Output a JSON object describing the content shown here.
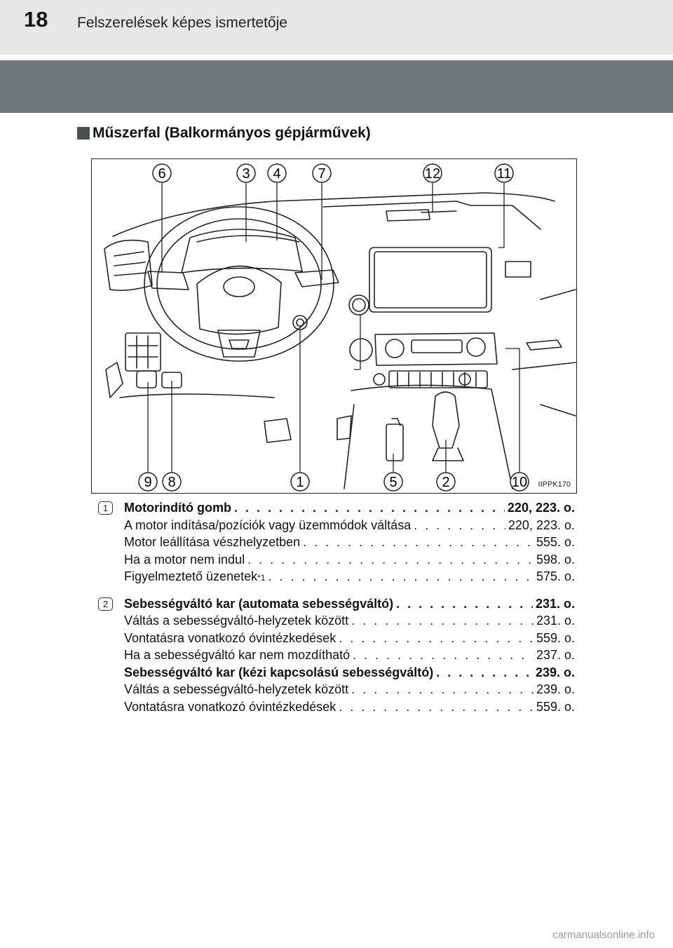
{
  "header": {
    "page_number": "18",
    "title": "Felszerelések képes ismertetője"
  },
  "section": {
    "title": "Műszerfal (Balkormányos gépjárművek)"
  },
  "figure": {
    "code": "IIPPK170",
    "callouts_top": [
      "6",
      "3",
      "4",
      "7",
      "12",
      "11"
    ],
    "callouts_bottom": [
      "9",
      "8",
      "1",
      "5",
      "2",
      "10"
    ]
  },
  "entries": [
    {
      "number": "1",
      "lines": [
        {
          "text": "Motorindító gomb",
          "page": "220, 223. o.",
          "bold": true
        },
        {
          "text": "A motor indítása/pozíciók vagy üzemmódok váltása",
          "page": "220, 223. o.",
          "bold": false
        },
        {
          "text": "Motor leállítása vészhelyzetben",
          "page": "555. o.",
          "bold": false
        },
        {
          "text": "Ha a motor nem indul",
          "page": "598. o.",
          "bold": false
        },
        {
          "text": "Figyelmeztető üzenetek",
          "sup": "*1",
          "page": "575. o.",
          "bold": false
        }
      ]
    },
    {
      "number": "2",
      "lines": [
        {
          "text": "Sebességváltó kar (automata sebességváltó)",
          "page": "231. o.",
          "bold": true
        },
        {
          "text": "Váltás a sebességváltó-helyzetek között",
          "page": "231. o.",
          "bold": false
        },
        {
          "text": "Vontatásra vonatkozó óvintézkedések",
          "page": "559. o.",
          "bold": false
        },
        {
          "text": "Ha a sebességváltó kar nem mozdítható",
          "page": "237. o.",
          "bold": false
        },
        {
          "text": "Sebességváltó kar (kézi kapcsolású sebességváltó)",
          "page": "239. o.",
          "bold": true
        },
        {
          "text": "Váltás a sebességváltó-helyzetek között",
          "page": "239. o.",
          "bold": false
        },
        {
          "text": "Vontatásra vonatkozó óvintézkedések",
          "page": "559. o.",
          "bold": false
        }
      ]
    }
  ],
  "footer": {
    "watermark": "carmanualsonline.info"
  }
}
